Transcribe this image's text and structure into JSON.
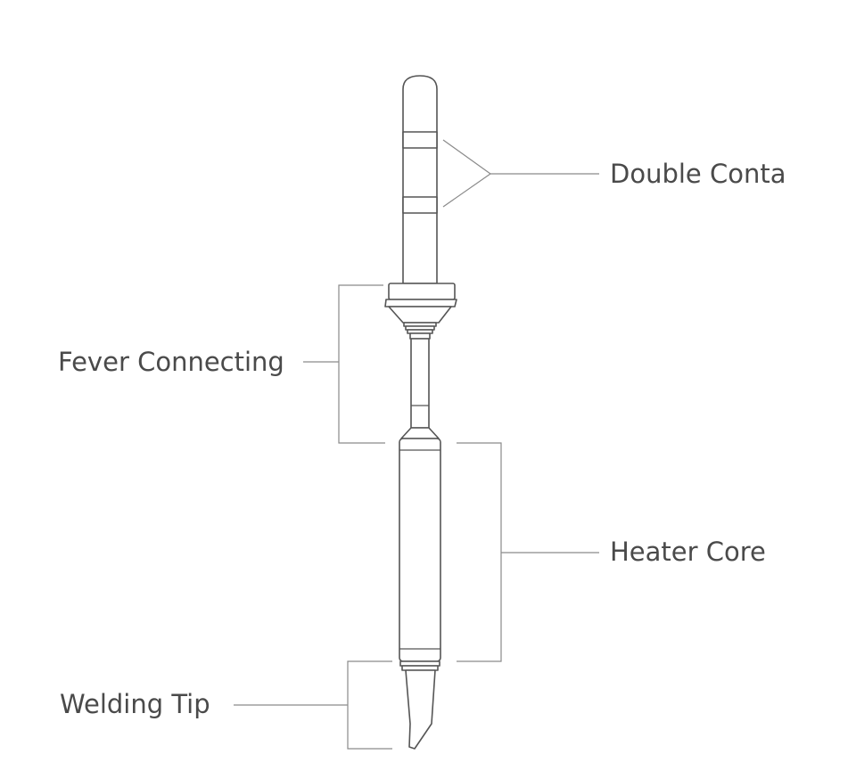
{
  "labels": {
    "double_contact": "Double Conta",
    "fever_connecting": "Fever Connecting",
    "heater_core": "Heater Core",
    "welding_tip": "Welding Tip"
  },
  "colors": {
    "outline": "#555555",
    "leader": "#8a8a8a",
    "text": "#4a4a4a",
    "background": "#ffffff"
  }
}
